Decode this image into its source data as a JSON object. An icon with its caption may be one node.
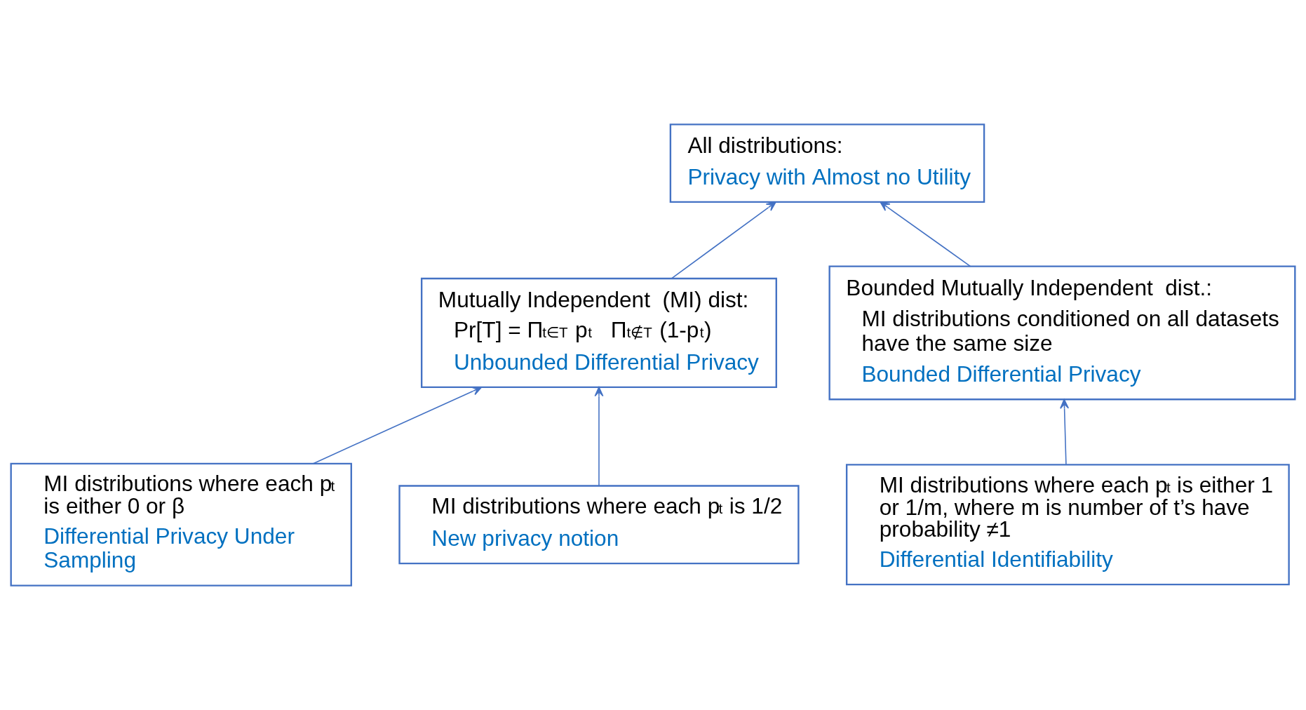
{
  "diagram": {
    "nodes": [
      {
        "text": [
          "All distributions:",
          "Privacy with Almost no Utility"
        ]
      },
      {
        "text": [
          "Mutually Independent  (MI) dist:",
          "Pr[T] = Π$_{t∈T}$ p$_{t}$   Π$_{t∉T}$ (1-p$_{t}$)",
          "Unbounded Differential Privacy"
        ]
      },
      {
        "text": [
          "Bounded Mutually Independent  dist.:",
          "MI distributions conditioned on all datasets have the same size",
          "Bounded Differential Privacy"
        ]
      },
      {
        "text": [
          "MI distributions where each p$_{t}$ is either 0 or β",
          "Differential Privacy Under Sampling"
        ]
      },
      {
        "text": [
          "MI distributions where each p$_{t}$ is either 1 or 1/m, where m is number of t’s have probability ≠1",
          "Differential Identifiability"
        ]
      },
      {
        "text": [
          "MI distributions where each p$_{t}$ is 1/2",
          "New privacy notion"
        ]
      }
    ],
    "edges": [
      {
        "from": 1,
        "to": 0,
        "arrow": "to"
      },
      {
        "from": 2,
        "to": 0,
        "arrow": "to"
      },
      {
        "from": 3,
        "to": 1,
        "arrow": "to"
      },
      {
        "from": 5,
        "to": 1,
        "arrow": "to"
      },
      {
        "from": 4,
        "to": 2,
        "arrow": "to"
      }
    ]
  }
}
